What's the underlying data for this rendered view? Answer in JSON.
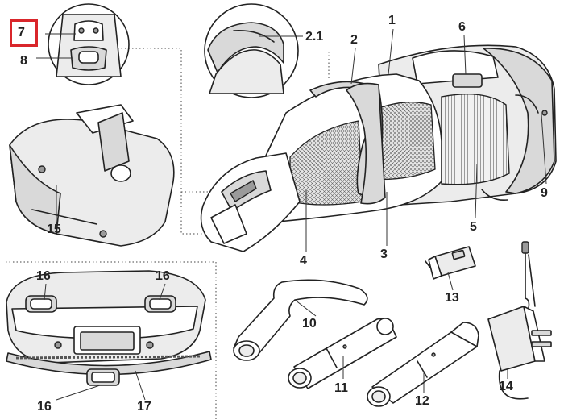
{
  "callouts": [
    "1",
    "2",
    "2.1",
    "3",
    "4",
    "5",
    "6",
    "7",
    "8",
    "9",
    "10",
    "11",
    "12",
    "13",
    "14",
    "15",
    "16",
    "16",
    "16",
    "17"
  ],
  "colors": {
    "highlight": "#d9262b",
    "line": "#222222",
    "shade": "#d9d9d9",
    "shade_dark": "#9a9a9a"
  }
}
